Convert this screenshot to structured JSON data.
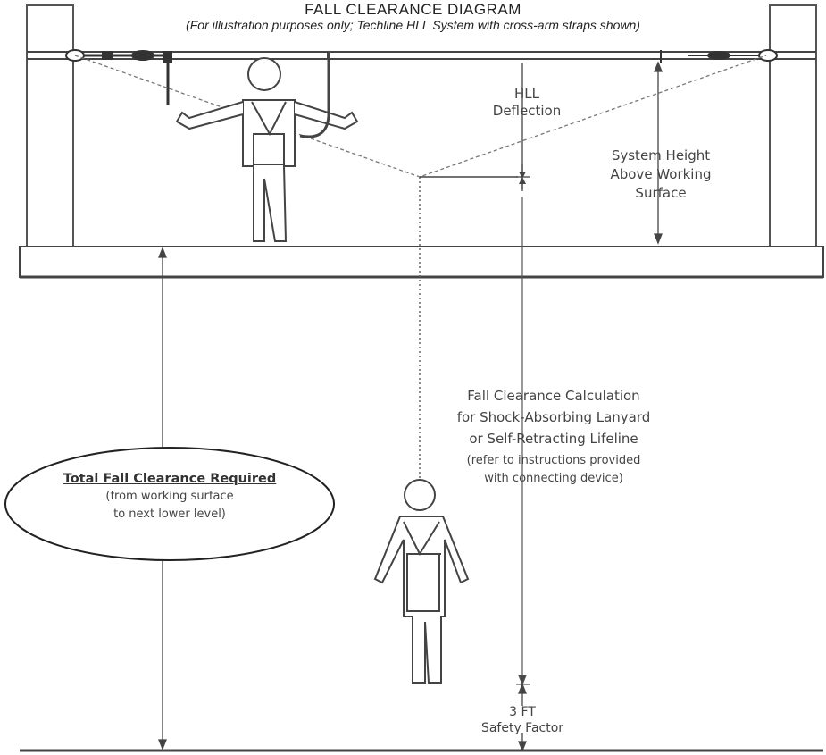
{
  "title": "FALL CLEARANCE DIAGRAM",
  "subtitle": "(For illustration purposes only; Techline HLL System with cross-arm straps shown)",
  "labels": {
    "hll_deflection": [
      "HLL",
      "Deflection"
    ],
    "system_height": [
      "System Height",
      "Above Working",
      "Surface"
    ],
    "calc_heading": [
      "Fall Clearance Calculation",
      "for Shock-Absorbing Lanyard",
      "or Self-Retracting Lifeline"
    ],
    "calc_note": [
      "(refer to instructions provided",
      "with connecting device)"
    ],
    "safety_factor": [
      "3 FT",
      "Safety Factor"
    ],
    "total_title": "Total Fall Clearance Required",
    "total_note": [
      "(from working surface",
      "to next lower level)"
    ]
  },
  "colors": {
    "line": "#444444",
    "stroke": "#555555",
    "background": "#ffffff"
  }
}
